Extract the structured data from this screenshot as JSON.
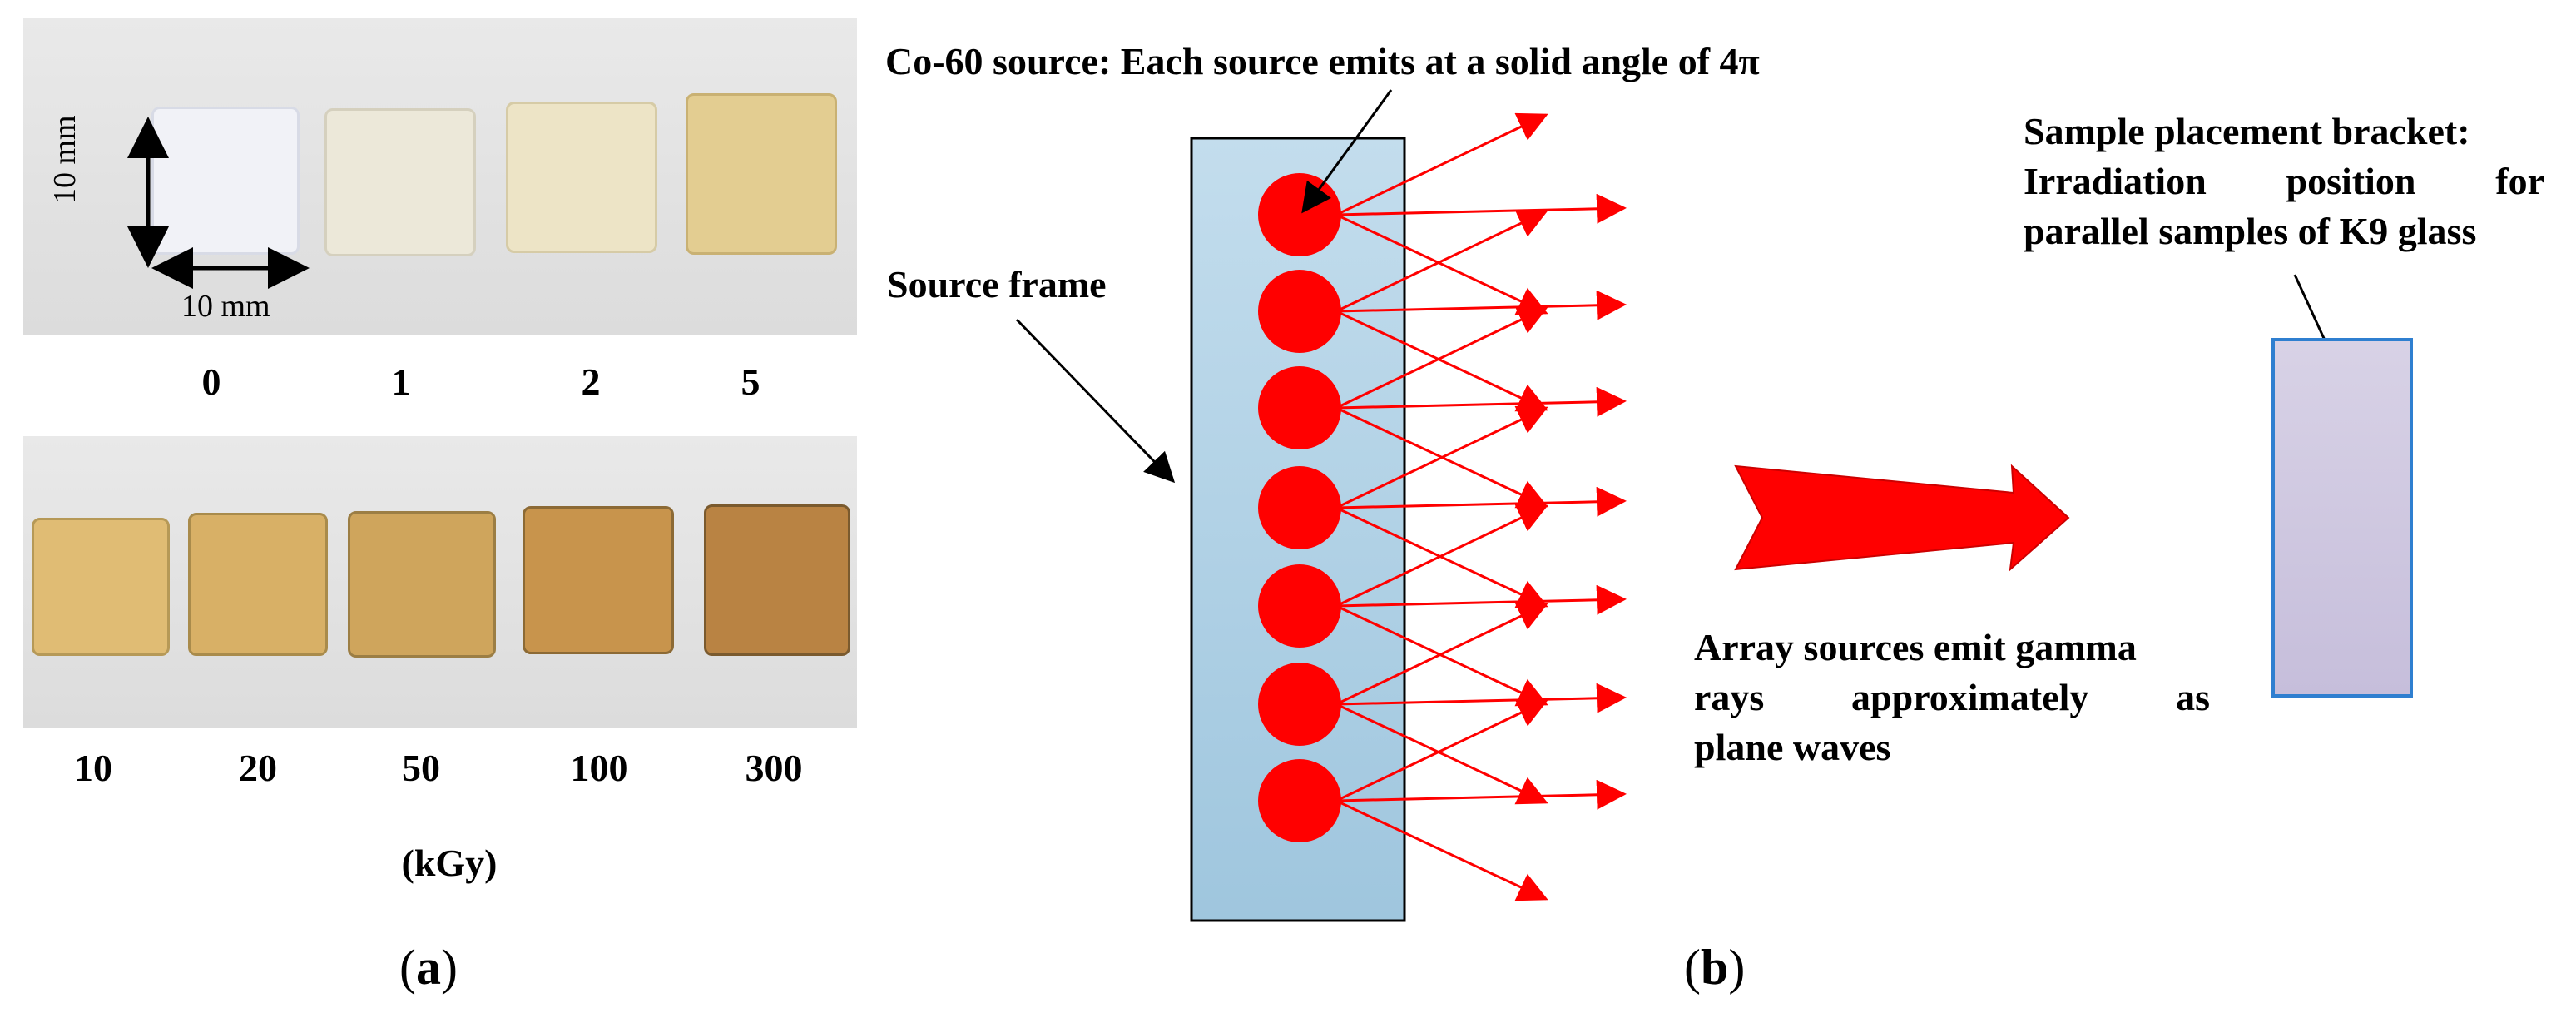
{
  "panel_a": {
    "dim_height": "10 mm",
    "dim_width": "10 mm",
    "row1_doses": [
      "0",
      "1",
      "2",
      "5"
    ],
    "row2_doses": [
      "10",
      "20",
      "50",
      "100",
      "300"
    ],
    "unit": "(kGy)",
    "caption_open": "(",
    "caption_letter": "a",
    "caption_close": ")",
    "sample_colors_row1": [
      "#eef0f6",
      "#eae6d6",
      "#ece3c3",
      "#e2cc8e"
    ],
    "sample_colors_row2": [
      "#e0bc74",
      "#d8b066",
      "#cfa55c",
      "#c8944c",
      "#b98343"
    ]
  },
  "panel_b": {
    "co60_label": "Co-60 source: Each source emits at a solid angle of 4π",
    "source_frame_label": "Source frame",
    "bracket_label_line1": "Sample placement bracket:",
    "bracket_label_line2": "Irradiation position for",
    "bracket_label_line3": "parallel samples of K9 glass",
    "plane_wave_line1": "Array sources emit gamma",
    "plane_wave_line2": "rays approximately as",
    "plane_wave_line3": "plane waves",
    "caption_open": "(",
    "caption_letter": "b",
    "caption_close": ")",
    "colors": {
      "source": "#ff0000",
      "frame": "#b3d3e6",
      "sample": "#cfc8e0",
      "sample_border": "#2f7fd0"
    }
  }
}
